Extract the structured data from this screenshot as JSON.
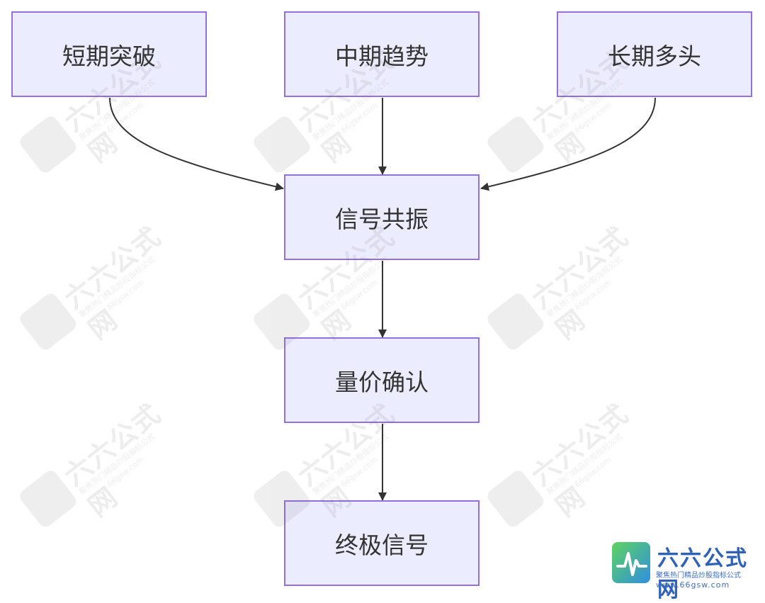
{
  "diagram": {
    "nodes": {
      "short_break": "短期突破",
      "mid_trend": "中期趋势",
      "long_bull": "长期多头",
      "resonance": "信号共振",
      "volume_price": "量价确认",
      "final_signal": "终极信号"
    },
    "edges": [
      {
        "from": "short_break",
        "to": "resonance"
      },
      {
        "from": "mid_trend",
        "to": "resonance"
      },
      {
        "from": "long_bull",
        "to": "resonance"
      },
      {
        "from": "resonance",
        "to": "volume_price"
      },
      {
        "from": "volume_price",
        "to": "final_signal"
      }
    ],
    "colors": {
      "node_fill": "#ececff",
      "node_border": "#9370db",
      "edge": "#333333"
    }
  },
  "watermark": {
    "title": "六六公式网",
    "subtitle": "聚焦热门精品炒股指标公式",
    "url": "www.66gsw.com"
  }
}
